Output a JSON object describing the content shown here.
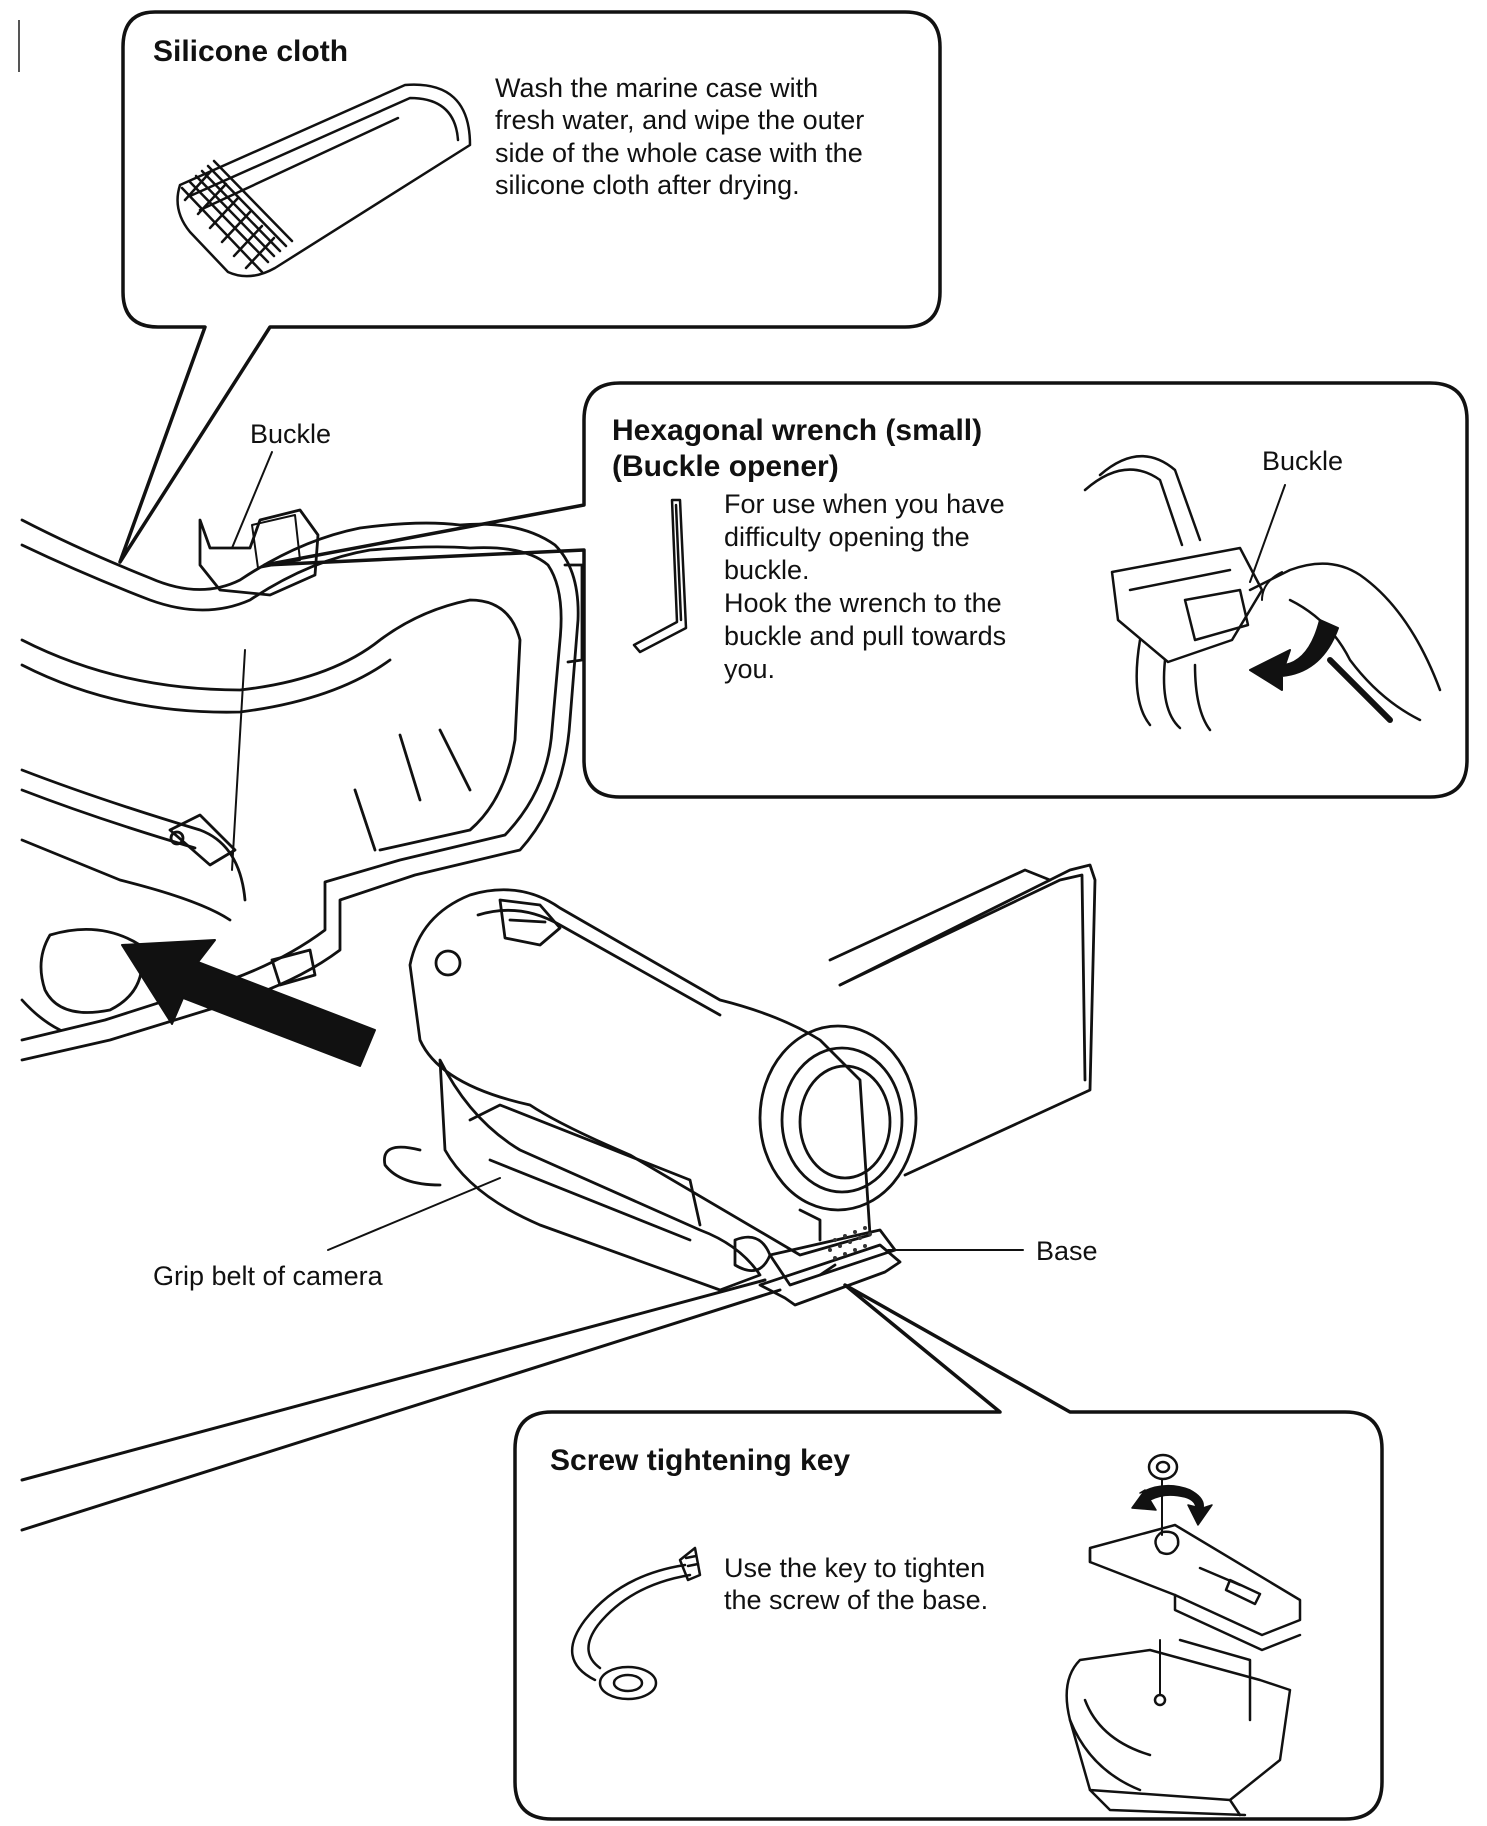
{
  "silicone_cloth": {
    "title": "Silicone cloth",
    "description": "Wash the marine case with\nfresh water, and wipe the outer\nside of the whole case with the\nsilicone cloth after drying."
  },
  "hex_wrench": {
    "title": "Hexagonal wrench (small)\n(Buckle opener)",
    "description": "For use when you have\ndifficulty opening the\nbuckle.\nHook the wrench to the\nbuckle and pull towards\nyou.",
    "inset_label": "Buckle"
  },
  "screw_key": {
    "title": "Screw tightening key",
    "description": "Use the key to tighten\nthe screw of the base."
  },
  "labels": {
    "buckle": "Buckle",
    "grip_belt": "Grip belt of camera",
    "base": "Base"
  },
  "colors": {
    "line": "#111111",
    "background": "#ffffff"
  },
  "icons": [
    "silicone-cloth-icon",
    "hex-wrench-icon",
    "screw-key-icon",
    "camcorder-icon",
    "marine-case-icon",
    "insert-arrow-icon",
    "rotate-arrow-icon"
  ]
}
